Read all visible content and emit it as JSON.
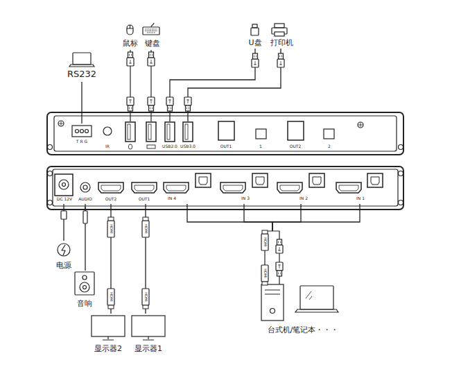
{
  "diagram": {
    "nodes": [
      {
        "text": [
          "鼠标"
        ]
      },
      {
        "text": [
          "键盘"
        ]
      },
      {
        "text": [
          "U盘"
        ]
      },
      {
        "text": [
          "打印机"
        ]
      },
      {
        "text": [
          "RS232"
        ]
      },
      {
        "text": [
          "T R G"
        ]
      },
      {
        "text": [
          "USB2.0"
        ]
      },
      {
        "text": [
          "USB3.0"
        ]
      },
      {
        "text": [
          "DC 12V"
        ]
      },
      {
        "text": [
          "AUDIO"
        ]
      },
      {
        "text": [
          "OUT2"
        ]
      },
      {
        "text": [
          "OUT1"
        ]
      },
      {
        "text": [
          "IN 4"
        ]
      },
      {
        "text": [
          "IN 3"
        ]
      },
      {
        "text": [
          "IN 2"
        ]
      },
      {
        "text": [
          "IN 1"
        ]
      },
      {
        "text": [
          "电源"
        ]
      },
      {
        "text": [
          "音响"
        ]
      },
      {
        "text": [
          "台式机/笔记本・・・"
        ]
      },
      {
        "text": [
          "显示器2"
        ]
      },
      {
        "text": [
          "显示器1"
        ]
      }
    ],
    "edges": [
      {
        "from": 4,
        "to": 5,
        "arrow": "none"
      },
      {
        "from": 2,
        "to": 6,
        "arrow": "none"
      },
      {
        "from": 3,
        "to": 7,
        "arrow": "none"
      },
      {
        "from": 8,
        "to": 16,
        "arrow": "none"
      },
      {
        "from": 9,
        "to": 17,
        "arrow": "none"
      },
      {
        "from": 10,
        "to": 19,
        "arrow": "none"
      },
      {
        "from": 11,
        "to": 20,
        "arrow": "none"
      },
      {
        "from": 18,
        "to": 12,
        "arrow": "none"
      },
      {
        "from": 18,
        "to": 13,
        "arrow": "none"
      },
      {
        "from": 18,
        "to": 14,
        "arrow": "none"
      },
      {
        "from": 18,
        "to": 15,
        "arrow": "none"
      }
    ],
    "labels": [
      "IR",
      "OUT1",
      "1",
      "OUT2",
      "2",
      "HDMI",
      "HDMI",
      "HDMI",
      "HDMI",
      "HDMI",
      "HDMI"
    ]
  }
}
